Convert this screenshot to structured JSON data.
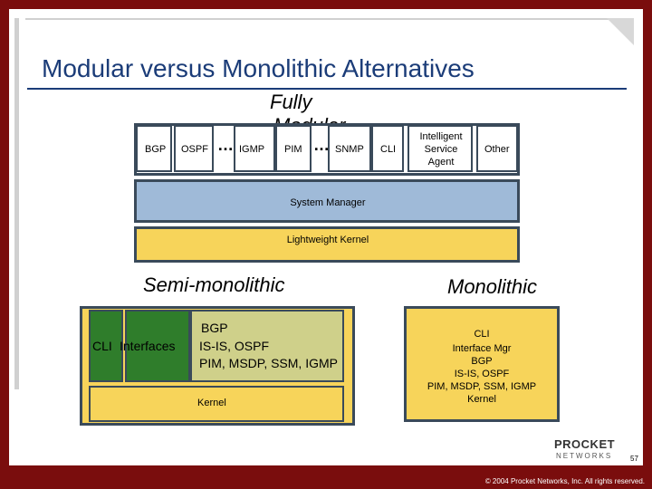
{
  "title": "Modular versus Monolithic Alternatives",
  "fully_modular": {
    "heading_line1": "Fully",
    "heading_line2": "Modular",
    "modules": [
      "BGP",
      "OSPF",
      "IGMP",
      "PIM",
      "SNMP",
      "CLI",
      "Intelligent Service Agent",
      "Other"
    ],
    "ellipsis": "…",
    "system_manager": "System Manager",
    "kernel": "Lightweight Kernel"
  },
  "semi_monolithic": {
    "heading": "Semi-monolithic",
    "cli": "CLI",
    "interfaces": "Interfaces",
    "protocol_lines": [
      "BGP",
      "IS-IS, OSPF",
      "PIM, MSDP, SSM, IGMP"
    ],
    "kernel": "Kernel"
  },
  "monolithic": {
    "heading": "Monolithic",
    "lines": [
      "CLI",
      "Interface Mgr",
      "BGP",
      "IS-IS, OSPF",
      "PIM, MSDP, SSM, IGMP",
      "Kernel"
    ]
  },
  "logo": {
    "name": "PROCKET",
    "sub": "NETWORKS"
  },
  "page_number": "57",
  "footer": "© 2004 Procket Networks, Inc. All rights reserved.",
  "colors": {
    "background": "#7a0d0d",
    "title": "#1b3c78",
    "blue_box": "#9fbad8",
    "yellow_box": "#f7d45a",
    "green_box": "#2f7d2b",
    "olive_box": "#cfd08a",
    "border": "#3a4a5a"
  }
}
